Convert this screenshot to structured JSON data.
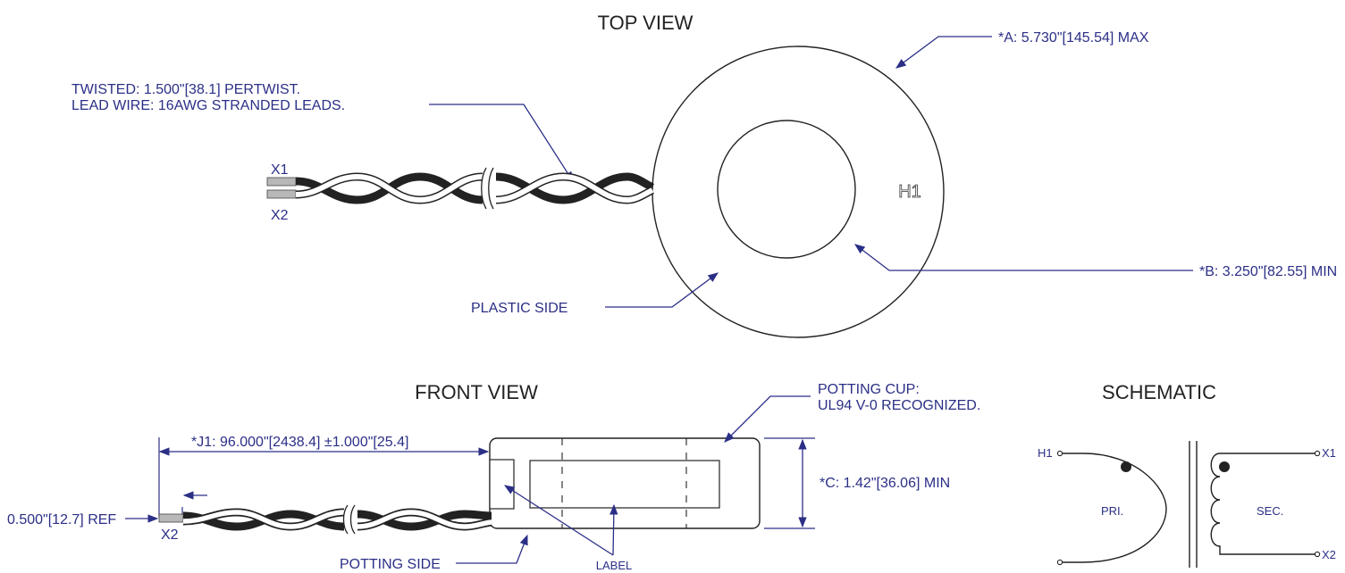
{
  "top_view": {
    "title": "TOP VIEW",
    "dim_a": "*A: 5.730\"[145.54] MAX",
    "dim_b": "*B: 3.250\"[82.55] MIN",
    "terminal_h1": "H1",
    "plastic_side": "PLASTIC SIDE",
    "twist_note": "TWISTED: 1.500\"[38.1] PERTWIST.",
    "lead_note": "LEAD WIRE: 16AWG STRANDED LEADS.",
    "lead_x1": "X1",
    "lead_x2": "X2"
  },
  "front_view": {
    "title": "FRONT VIEW",
    "potting_cup_line1": "POTTING CUP:",
    "potting_cup_line2": "UL94 V-0 RECOGNIZED.",
    "dim_j1": "*J1: 96.000\"[2438.4] ±1.000\"[25.4]",
    "dim_c": "*C: 1.42\"[36.06] MIN",
    "dim_ref": "0.500\"[12.7] REF",
    "lead_x2": "X2",
    "potting_side": "POTTING SIDE",
    "label": "LABEL"
  },
  "schematic": {
    "title": "SCHEMATIC",
    "h1": "H1",
    "x1": "X1",
    "x2": "X2",
    "primary": "PRI.",
    "secondary": "SEC."
  },
  "colors": {
    "annotation": "#2b2f86",
    "linework": "#222222"
  }
}
